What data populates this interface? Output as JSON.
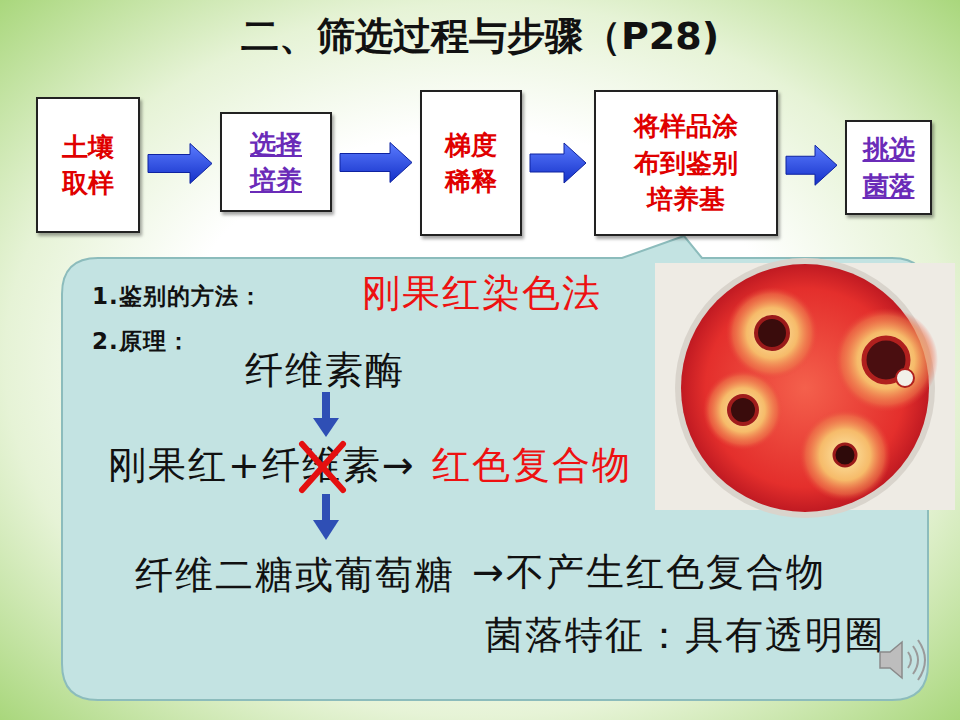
{
  "diagram": {
    "title": "二、筛选过程与步骤（P28)",
    "nodes": [
      {
        "text": [
          "土壤 取样"
        ]
      },
      {
        "text": [
          "选择 培养"
        ]
      },
      {
        "text": [
          "梯度 稀释"
        ]
      },
      {
        "text": [
          "将样品涂 布到鉴别 培养基"
        ]
      },
      {
        "text": [
          "挑选 菌落"
        ]
      },
      {
        "text": [
          "1.鉴别的方法：",
          "刚果红染色法",
          "2.原理：",
          "纤维素酶",
          "刚果红+纤维素→",
          "红色复合物",
          "纤维二糖或葡萄糖",
          "→不产生红色复合物",
          "菌落特征：具有透明圈"
        ]
      }
    ],
    "edges": [
      {
        "from": 0,
        "to": 1,
        "arrow": "to"
      },
      {
        "from": 1,
        "to": 2,
        "arrow": "to"
      },
      {
        "from": 2,
        "to": 3,
        "arrow": "to"
      },
      {
        "from": 3,
        "to": 4,
        "arrow": "to"
      }
    ]
  }
}
